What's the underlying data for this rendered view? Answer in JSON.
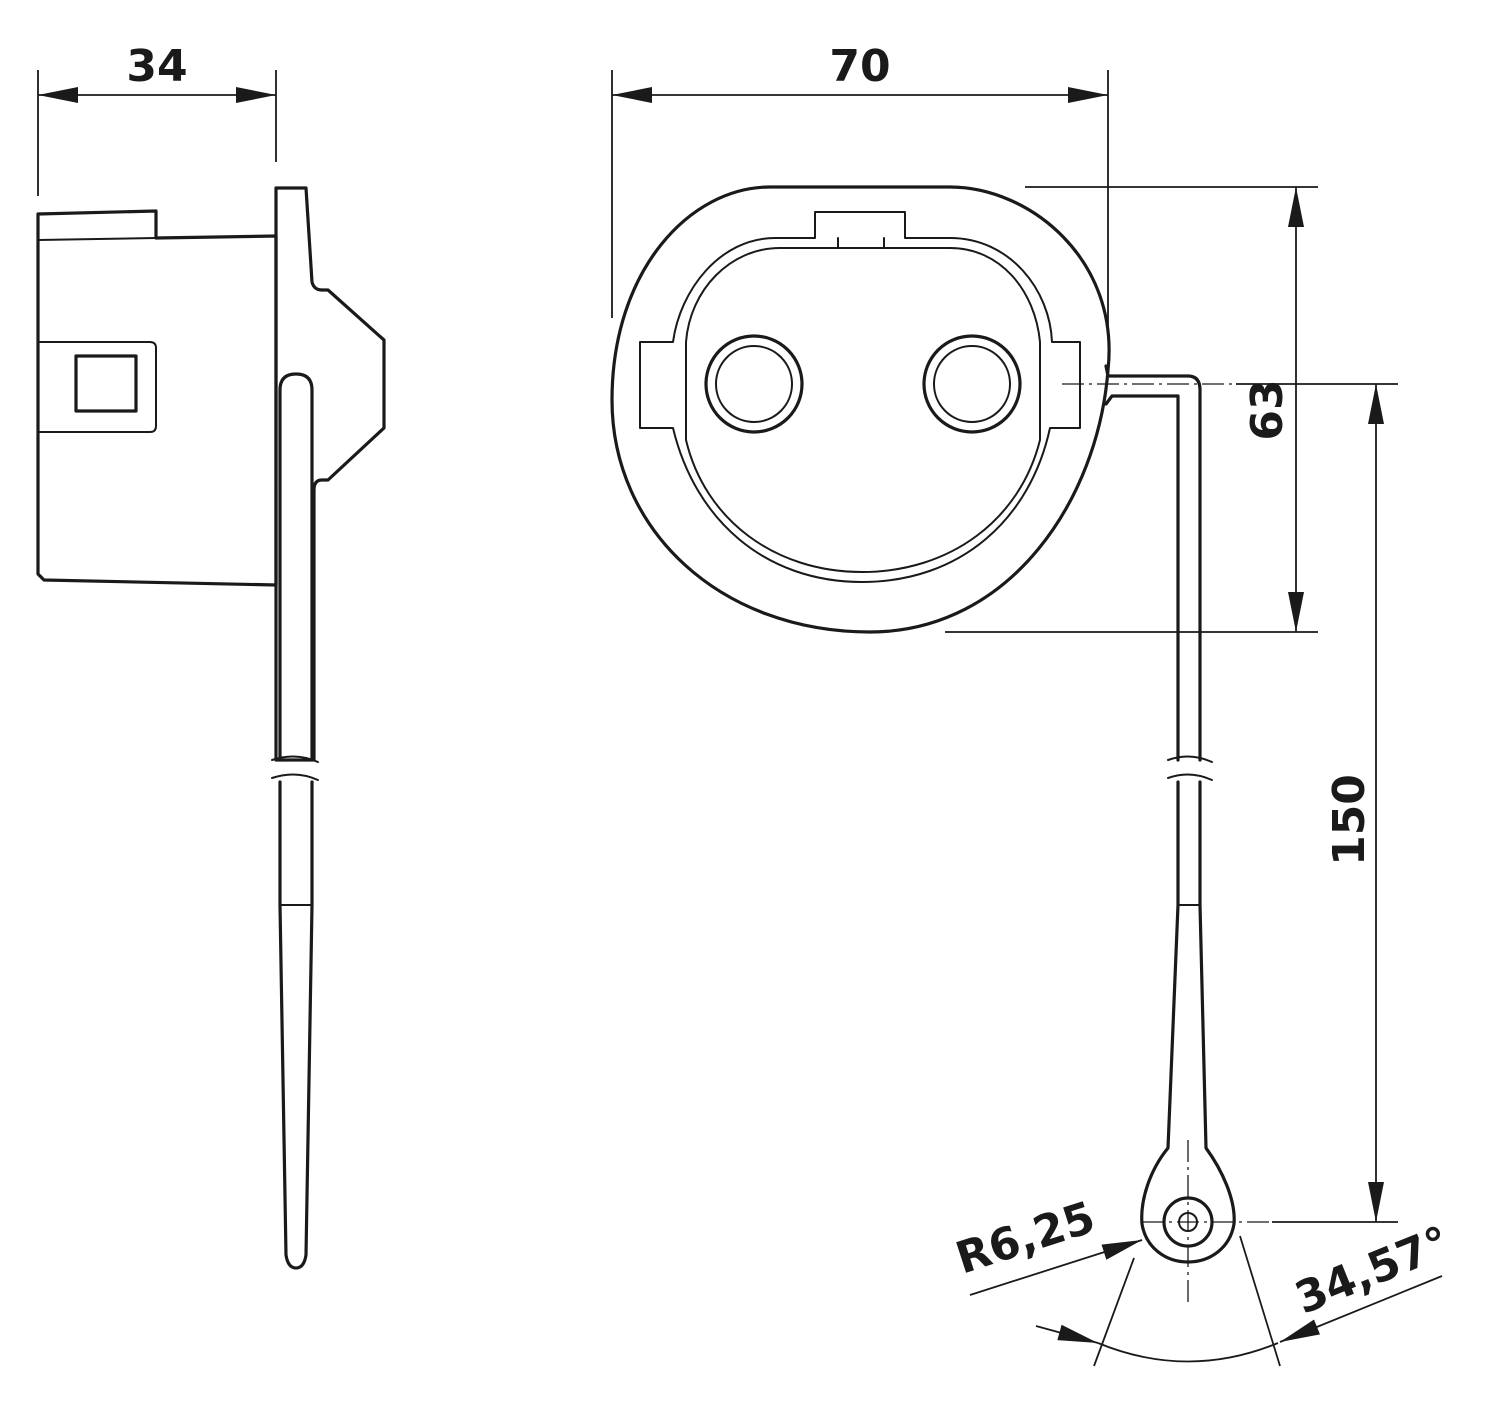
{
  "dimensions": {
    "side_width": "34",
    "front_width": "70",
    "front_height": "63",
    "strap_length": "150",
    "radius": "R6,25",
    "angle": "34,57°"
  }
}
